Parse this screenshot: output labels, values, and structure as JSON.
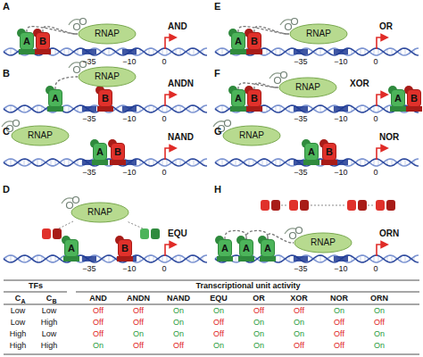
{
  "diagram": {
    "nodes": [
      {
        "text": [
          "A"
        ]
      },
      {
        "text": [
          "B"
        ]
      },
      {
        "text": [
          "RNAP"
        ]
      },
      {
        "text": [
          "A"
        ]
      },
      {
        "text": [
          "B"
        ]
      },
      {
        "text": [
          "RNAP"
        ]
      },
      {
        "text": [
          "RNAP"
        ]
      },
      {
        "text": [
          "A"
        ]
      },
      {
        "text": [
          "B"
        ]
      },
      {
        "text": [
          "RNAP"
        ]
      },
      {
        "text": [
          "A"
        ]
      },
      {
        "text": [
          "B"
        ]
      },
      {
        "text": [
          "A"
        ]
      },
      {
        "text": [
          "B"
        ]
      },
      {
        "text": [
          "RNAP"
        ]
      },
      {
        "text": [
          "A"
        ]
      },
      {
        "text": [
          "B"
        ]
      },
      {
        "text": [
          "RNAP"
        ]
      },
      {
        "text": [
          "A"
        ]
      },
      {
        "text": [
          "B"
        ]
      },
      {
        "text": [
          "RNAP"
        ]
      },
      {
        "text": [
          "A"
        ]
      },
      {
        "text": [
          "B"
        ]
      },
      {
        "text": [
          "A"
        ]
      },
      {
        "text": [
          "A"
        ]
      },
      {
        "text": [
          "A"
        ]
      },
      {
        "text": [
          "RNAP"
        ]
      }
    ],
    "edges": [
      {
        "from": 0,
        "to": 2,
        "arrow": "none"
      },
      {
        "from": 1,
        "to": 2,
        "arrow": "none"
      },
      {
        "from": 3,
        "to": 5,
        "arrow": "none"
      },
      {
        "from": 12,
        "to": 14,
        "arrow": "none"
      },
      {
        "from": 13,
        "to": 14,
        "arrow": "none"
      },
      {
        "from": 15,
        "to": 17,
        "arrow": "none"
      },
      {
        "from": 16,
        "to": 17,
        "arrow": "none"
      },
      {
        "from": 23,
        "to": 24,
        "arrow": "none"
      },
      {
        "from": 24,
        "to": 25,
        "arrow": "none"
      },
      {
        "from": 25,
        "to": 26,
        "arrow": "none"
      }
    ],
    "labels": [
      "A",
      "−35",
      "−10",
      "0",
      "AND",
      "B",
      "−35",
      "−10",
      "0",
      "ANDN",
      "C",
      "−35",
      "−10",
      "0",
      "NAND",
      "D",
      "−35",
      "−10",
      "0",
      "EQU",
      "E",
      "−35",
      "−10",
      "0",
      "OR",
      "F",
      "−35",
      "−10",
      "0",
      "XOR",
      "G",
      "−35",
      "−10",
      "0",
      "NOR",
      "H",
      "−35",
      "−10",
      "0",
      "ORN",
      "TFs",
      "Transcriptional unit activity",
      "C",
      "A",
      "C",
      "B",
      "AND",
      "ANDN",
      "NAND",
      "EQU",
      "OR",
      "XOR",
      "NOR",
      "ORN",
      "Low",
      "Low",
      "Off",
      "Off",
      "On",
      "On",
      "Off",
      "Off",
      "On",
      "On",
      "Low",
      "High",
      "Off",
      "Off",
      "On",
      "Off",
      "On",
      "On",
      "Off",
      "Off",
      "High",
      "Low",
      "Off",
      "On",
      "On",
      "Off",
      "On",
      "On",
      "Off",
      "On",
      "High",
      "High",
      "On",
      "Off",
      "Off",
      "On",
      "On",
      "Off",
      "Off",
      "On"
    ]
  }
}
